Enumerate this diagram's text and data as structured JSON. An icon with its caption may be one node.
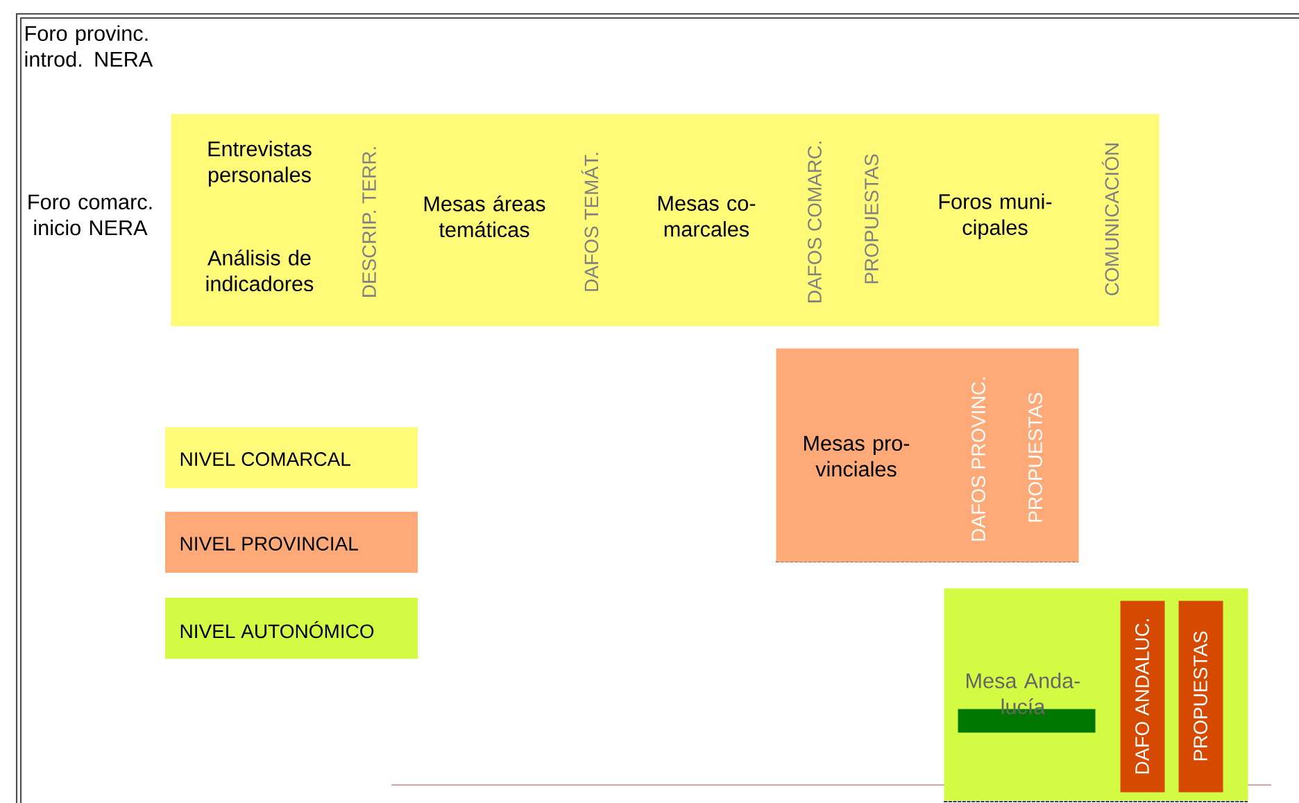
{
  "diagram": {
    "nodes": [
      {
        "text": [
          "Entrevistas personales",
          "Análisis de indicadores",
          "DESCRIP. TERR.",
          "Mesas áreas temáticas",
          "DAFOS TEMÁT.",
          "Mesas co- marcales",
          "DAFOS COMARC.",
          "PROPUESTAS",
          "Foros muni- cipales",
          "COMUNICACIÓN"
        ],
        "beside": [
          "Foro comarc. inicio NERA"
        ]
      },
      {
        "text": [
          "Mesas pro- vinciales",
          "DAFOS PROVINC.",
          "PROPUESTAS"
        ]
      },
      {
        "text": [
          "Mesa Anda- lucía"
        ]
      },
      {
        "text": [],
        "shape": "bar",
        "in": 2
      },
      {
        "text": [
          "DAFO ANDALUC."
        ],
        "in": 2
      },
      {
        "text": [
          "PROPUESTAS"
        ],
        "in": 2
      }
    ],
    "edges": [],
    "labels": [
      "Foro provinc. introd. NERA"
    ],
    "legend": [
      {
        "text": "NIVEL COMARCAL",
        "color": "#fffa78"
      },
      {
        "text": "NIVEL PROVINCIAL",
        "color": "#fdaa78"
      },
      {
        "text": "NIVEL AUTONÓMICO",
        "color": "#d4fb44"
      }
    ]
  }
}
